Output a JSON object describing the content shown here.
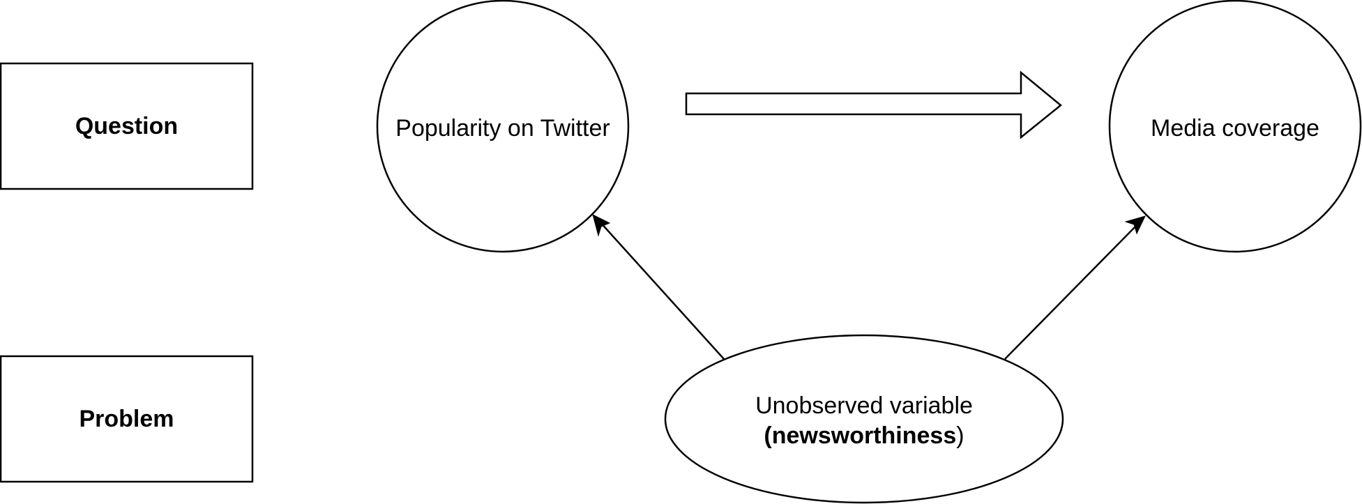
{
  "boxes": {
    "question": "Question",
    "problem": "Problem"
  },
  "nodes": {
    "popularity": "Popularity on Twitter",
    "media": "Media coverage",
    "unobserved_line1": "Unobserved variable",
    "unobserved_paren_open": "(",
    "unobserved_bold": "newsworthiness",
    "unobserved_paren_close": ")"
  },
  "colors": {
    "stroke": "#000000",
    "fill": "#ffffff"
  }
}
